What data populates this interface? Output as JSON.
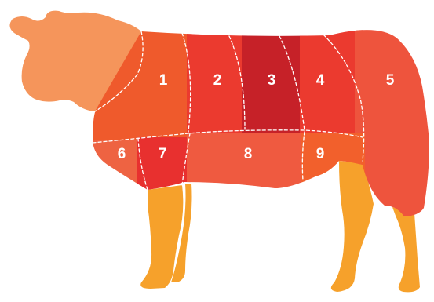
{
  "colors": {
    "head": "#F5955B",
    "legs": "#F6A12B",
    "cut_1": "#EF5A2C",
    "cut_2": "#EB3A2F",
    "cut_3": "#C62128",
    "cut_4": "#EB3A2F",
    "cut_5": "#EE543D",
    "cut_6": "#EE6342",
    "cut_7": "#E8302F",
    "cut_8": "#EF5A40",
    "cut_9": "#F2602C",
    "seam": "#FFFFFF",
    "label": "#FFFFFF"
  },
  "cuts": [
    {
      "id": "1",
      "label": "1"
    },
    {
      "id": "2",
      "label": "2"
    },
    {
      "id": "3",
      "label": "3"
    },
    {
      "id": "4",
      "label": "4"
    },
    {
      "id": "5",
      "label": "5"
    },
    {
      "id": "6",
      "label": "6"
    },
    {
      "id": "7",
      "label": "7"
    },
    {
      "id": "8",
      "label": "8"
    },
    {
      "id": "9",
      "label": "9"
    }
  ]
}
